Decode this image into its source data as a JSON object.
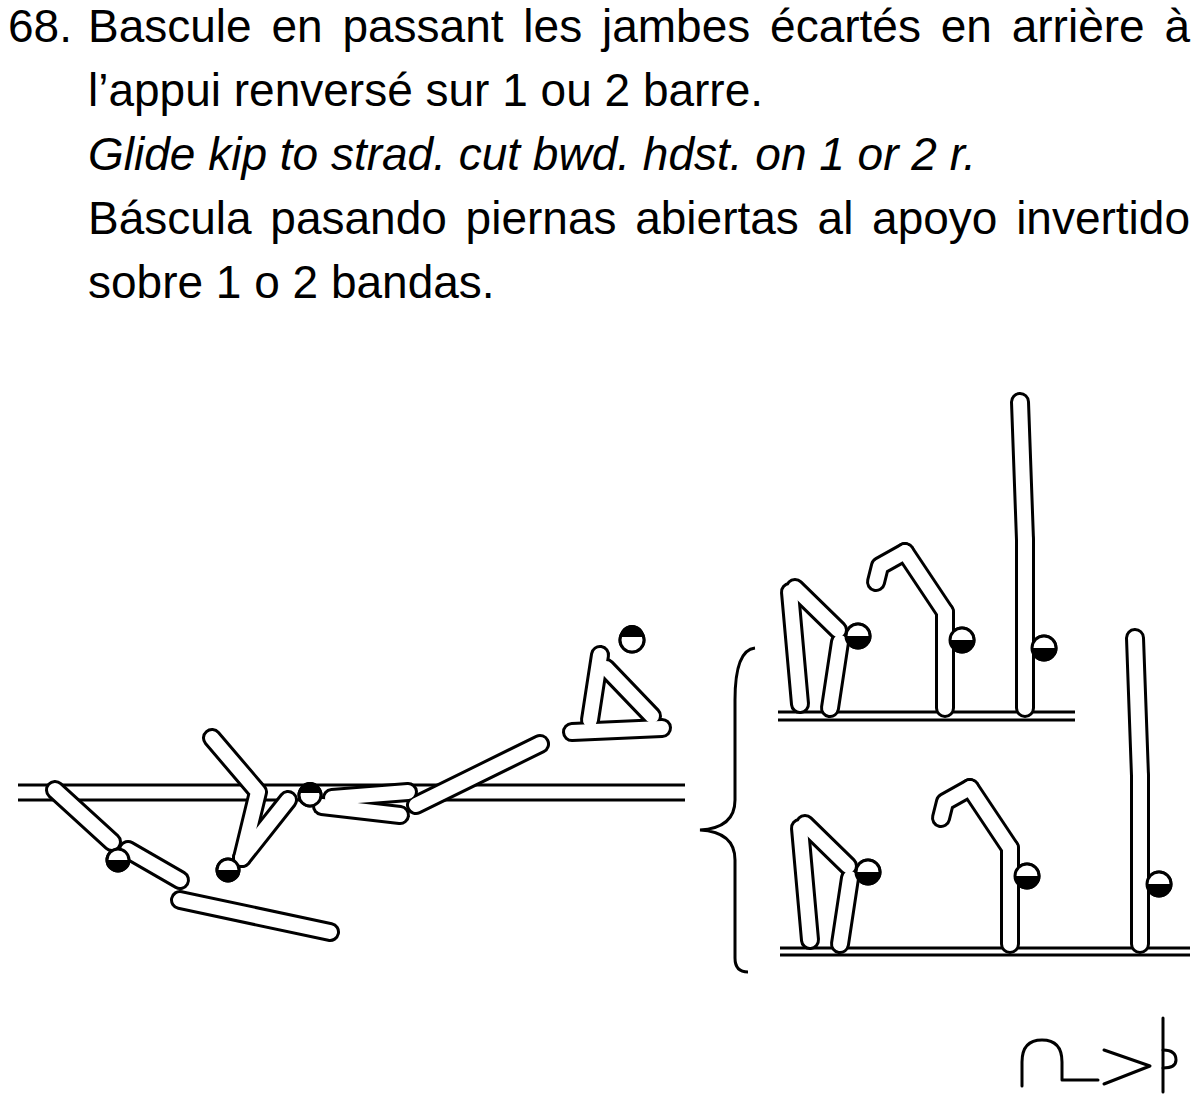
{
  "diagram": {
    "labels": [
      "68.",
      "Bascule en passant les jambes écartés en arrière à l’appui renversé sur 1 ou 2 barre.",
      "Glide kip to strad. cut bwd. hdst. on 1 or 2 r.",
      "Báscula pasando piernas abiertas al apoyo invertido sobre 1 o 2 bandas."
    ]
  }
}
